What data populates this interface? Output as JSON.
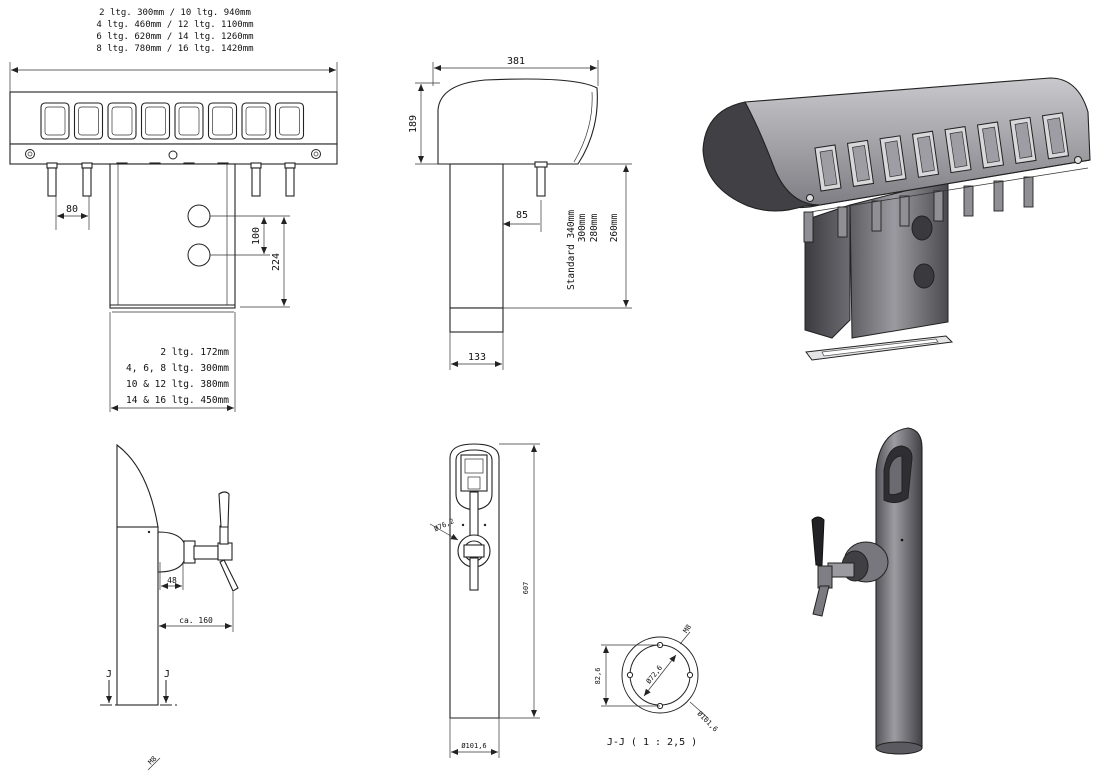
{
  "top_left": {
    "lengths_head": [
      "2 ltg. 300mm  /  10 ltg. 940mm",
      "4 ltg. 460mm  /  12 ltg. 1100mm",
      "6 ltg. 620mm  /  14 ltg. 1260mm",
      "8 ltg. 780mm  /  16 ltg. 1420mm"
    ],
    "dim_80": "80",
    "dim_100": "100",
    "dim_224": "224",
    "lengths_base": [
      "2 ltg. 172mm",
      "4, 6, 8 ltg. 300mm",
      "10 & 12 ltg. 380mm",
      "14 & 16 ltg. 450mm"
    ]
  },
  "top_mid": {
    "dim_381": "381",
    "dim_189": "189",
    "dim_85": "85",
    "dim_133": "133",
    "heights": [
      "Standard 340mm",
      "300mm",
      "280mm",
      "260mm"
    ]
  },
  "bottom_left": {
    "dim_48": "48",
    "dim_ca160": "ca. 160",
    "section_mark_left": "J",
    "section_mark_right": "J",
    "thread_label": "M8"
  },
  "bottom_mid": {
    "dim_d76": "Ø76,2",
    "dim_607": "607",
    "dim_d101": "Ø101,6"
  },
  "section_view": {
    "dim_m8": "M8",
    "dim_d72": "Ø72,6",
    "dim_826": "82,6",
    "dim_d1016": "Ø101,6",
    "caption": "J-J ( 1 : 2,5 )"
  }
}
